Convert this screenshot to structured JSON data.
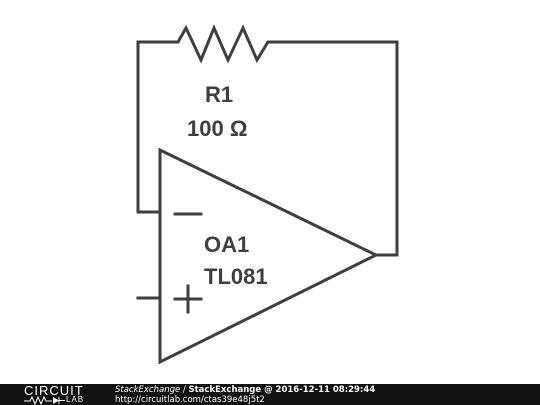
{
  "diagram": {
    "resistor": {
      "ref": "R1",
      "value": "100 Ω"
    },
    "opamp": {
      "ref": "OA1",
      "part": "TL081",
      "inverting_symbol": "−",
      "noninverting_symbol": "+"
    }
  },
  "footer": {
    "logo_word": "CIRCUIT",
    "logo_sub": "LAB",
    "author": "StackExchange",
    "separator": " / ",
    "title": "StackExchange @ 2016-12-11 08:29:44",
    "url": "http://circuitlab.com/ctas39e48j5t2"
  },
  "colors": {
    "wire": "#3f3f3f",
    "footer_bg": "#111111",
    "footer_text": "#ffffff"
  }
}
